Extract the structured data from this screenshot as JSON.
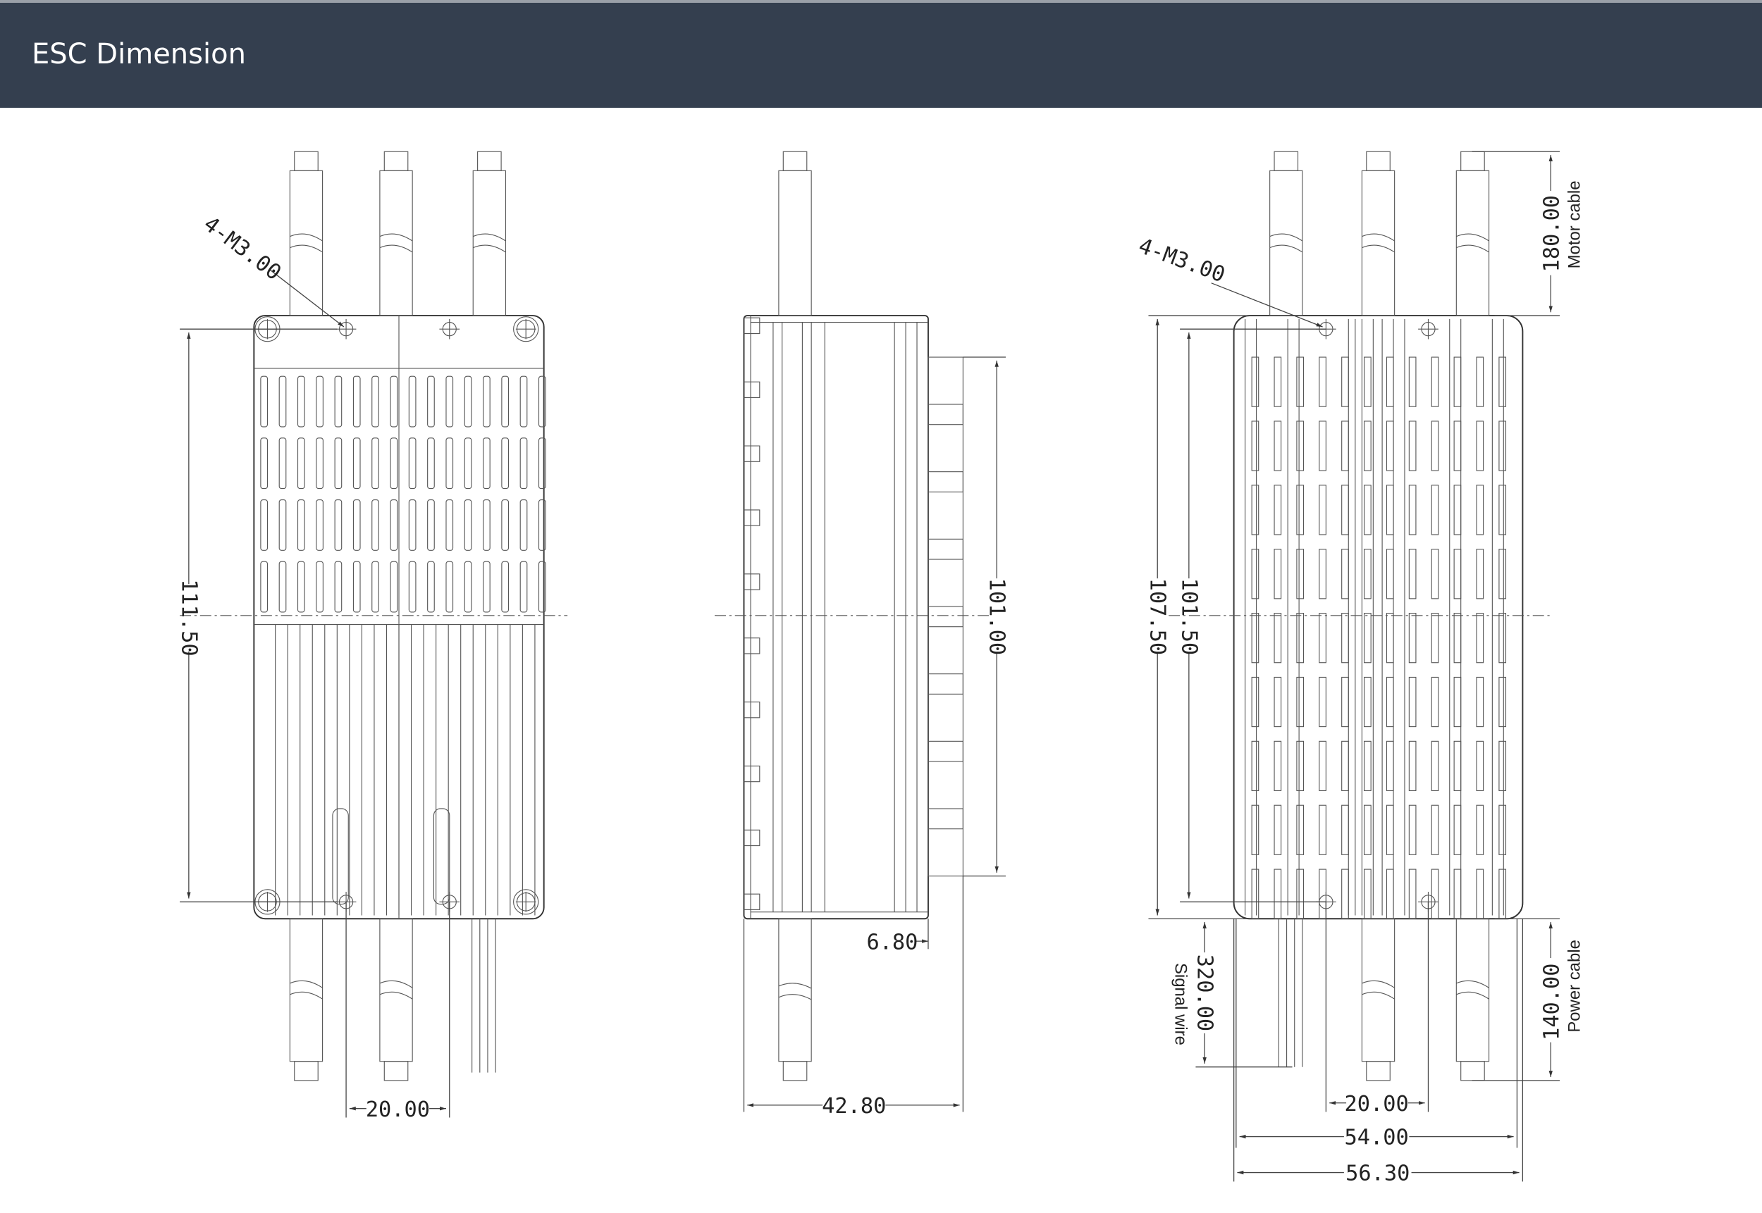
{
  "header": {
    "title": "ESC Dimension"
  },
  "colors": {
    "header_bg": "#343f4f",
    "line": "#333333"
  },
  "top_view": {
    "hole_label": "4-M3.00",
    "height": "111.50",
    "hole_spacing": "20.00"
  },
  "side_view": {
    "fin_height": "101.00",
    "fin_depth": "6.80",
    "thickness": "42.80"
  },
  "bottom_view": {
    "hole_label": "4-M3.00",
    "motor_cable_length": "180.00",
    "motor_cable_label": "Motor cable",
    "body_length": "107.50",
    "hole_length": "101.50",
    "signal_wire_length": "320.00",
    "signal_wire_label": "Signal wire",
    "power_cable_length": "140.00",
    "power_cable_label": "Power cable",
    "hole_spacing": "20.00",
    "width_inner": "54.00",
    "width_outer": "56.30"
  }
}
